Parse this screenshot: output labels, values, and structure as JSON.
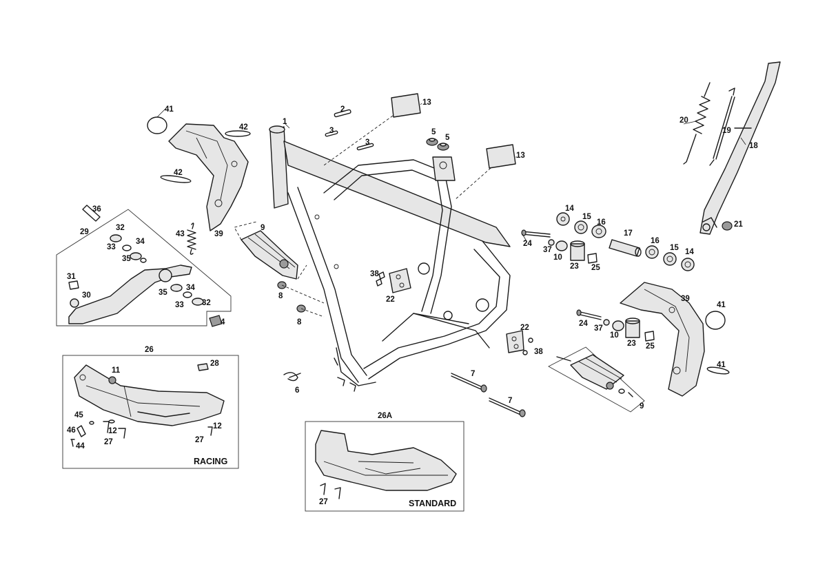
{
  "labels": {
    "l1": "1",
    "l2": "2",
    "l3a": "3",
    "l3b": "3",
    "l4": "4",
    "l5a": "5",
    "l5b": "5",
    "l6": "6",
    "l7a": "7",
    "l7b": "7",
    "l8a": "8",
    "l8b": "8",
    "l9a": "9",
    "l9b": "9",
    "l10a": "10",
    "l10b": "10",
    "l11": "11",
    "l12a": "12",
    "l12b": "12",
    "l13a": "13",
    "l13b": "13",
    "l14a": "14",
    "l14b": "14",
    "l15a": "15",
    "l15b": "15",
    "l16a": "16",
    "l16b": "16",
    "l17": "17",
    "l18": "18",
    "l19": "19",
    "l20": "20",
    "l21": "21",
    "l22a": "22",
    "l22b": "22",
    "l23a": "23",
    "l23b": "23",
    "l24a": "24",
    "l24b": "24",
    "l25a": "25",
    "l25b": "25",
    "l26": "26",
    "l26A": "26A",
    "l27a": "27",
    "l27b": "27",
    "l27c": "27",
    "l28": "28",
    "l29": "29",
    "l30": "30",
    "l31": "31",
    "l32a": "32",
    "l32b": "32",
    "l33a": "33",
    "l33b": "33",
    "l34a": "34",
    "l34b": "34",
    "l35a": "35",
    "l35b": "35",
    "l36": "36",
    "l37a": "37",
    "l37b": "37",
    "l38a": "38",
    "l38b": "38",
    "l39a": "39",
    "l39b": "39",
    "l41a": "41",
    "l41b": "41",
    "l41c": "41",
    "l42a": "42",
    "l42b": "42",
    "l43": "43",
    "l44": "44",
    "l45": "45",
    "l46": "46"
  },
  "captions": {
    "racing": "RACING",
    "standard": "STANDARD"
  }
}
